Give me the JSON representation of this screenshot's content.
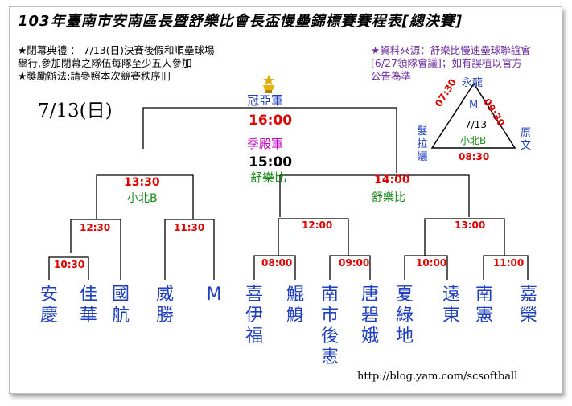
{
  "title": "103年臺南市安南區長暨舒樂比會長盃慢壘錦標賽賽程表[總決賽]",
  "notes_left": [
    "★閉幕典禮 ：  7/13(日)決賽後假和順壘球場",
    "舉行,參加閉幕之隊伍每隊至少五人參加",
    "★獎勵辦法:請參照本次競賽秩序冊"
  ],
  "notes_right": [
    "★資料來源：舒樂比慢速壘球聯誼會",
    "[6/27領隊會議]；如有誤植以官方",
    "公告為準"
  ],
  "date": "7/13(日)",
  "final": {
    "label": "冠亞軍",
    "time": "16:00",
    "third_label": "季殿軍",
    "third_time": "15:00",
    "venue": "舒樂比"
  },
  "semis": [
    {
      "time": "13:30",
      "venue": "小北B"
    },
    {
      "time": "14:00",
      "venue": "舒樂比"
    }
  ],
  "rounds": {
    "r1230": "12:30",
    "r1130": "11:30",
    "r1200": "12:00",
    "r1300": "13:00",
    "r1030": "10:30",
    "r0800": "08:00",
    "r0900": "09:00",
    "r1000": "10:00",
    "r1100": "11:00"
  },
  "teams": [
    "安慶",
    "佳華",
    "國航",
    "威勝",
    "M",
    "喜伊福",
    "鯤鯓",
    "南市後憲",
    "唐碧娥",
    "夏綠地",
    "遠東",
    "南憲",
    "嘉榮"
  ],
  "triangle": {
    "top": "永龍",
    "left": "髮拉孋",
    "right": "原文",
    "center_team": "M",
    "center_date": "7/13",
    "venue": "小北B",
    "left_time": "07:30",
    "right_time": "09:30",
    "bottom_time": "08:30"
  },
  "url": "http://blog.yam.com/scsoftball",
  "colors": {
    "blue": "#1f3fbf",
    "red": "#e00000",
    "green": "#1a8a1a",
    "purple": "#7030a0",
    "magenta": "#c000c0"
  }
}
